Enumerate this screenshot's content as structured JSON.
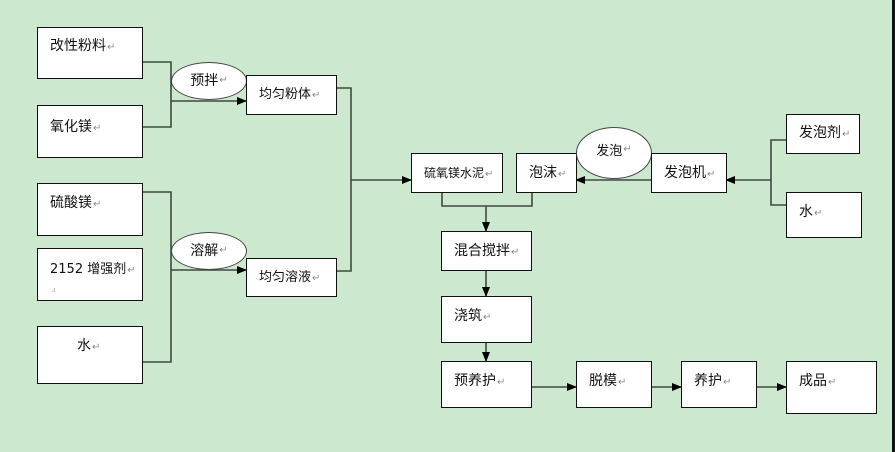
{
  "diagram": {
    "type": "process-flowchart",
    "paragraph_mark": "↵",
    "colors": {
      "background": "#cce8cf",
      "box_fill": "#ffffff",
      "border": "#111111",
      "connector": "#3f4a3f",
      "arrowhead": "#000000"
    },
    "nodes": {
      "modified_powder": "改性粉料",
      "magnesium_oxide": "氧化镁",
      "magnesium_sulfate": "硫酸镁",
      "enhancer": "2152 增强剂",
      "water_left": "水",
      "premix": "预拌",
      "dissolve": "溶解",
      "uniform_powder": "均匀粉体",
      "uniform_solution": "均匀溶液",
      "mos_cement": "硫氧镁水泥",
      "foam": "泡沫",
      "foaming": "发泡",
      "foaming_machine": "发泡机",
      "foaming_agent": "发泡剂",
      "water_right": "水",
      "mixing": "混合搅拌",
      "pouring": "浇筑",
      "pre_curing": "预养护",
      "demolding": "脱模",
      "curing": "养护",
      "product": "成品"
    },
    "edges": [
      {
        "from": [
          "modified_powder",
          "magnesium_oxide"
        ],
        "to": "uniform_powder",
        "label": "premix"
      },
      {
        "from": [
          "magnesium_sulfate",
          "enhancer",
          "water_left"
        ],
        "to": "uniform_solution",
        "label": "dissolve"
      },
      {
        "from": [
          "uniform_powder",
          "uniform_solution"
        ],
        "to": "mos_cement"
      },
      {
        "from": [
          "foaming_agent",
          "water_right"
        ],
        "to": "foaming_machine"
      },
      {
        "from": [
          "foaming_machine"
        ],
        "to": "foam",
        "label": "foaming"
      },
      {
        "from": [
          "mos_cement",
          "foam"
        ],
        "to": "mixing"
      },
      {
        "from": [
          "mixing"
        ],
        "to": "pouring"
      },
      {
        "from": [
          "pouring"
        ],
        "to": "pre_curing"
      },
      {
        "from": [
          "pre_curing"
        ],
        "to": "demolding"
      },
      {
        "from": [
          "demolding"
        ],
        "to": "curing"
      },
      {
        "from": [
          "curing"
        ],
        "to": "product"
      }
    ]
  }
}
